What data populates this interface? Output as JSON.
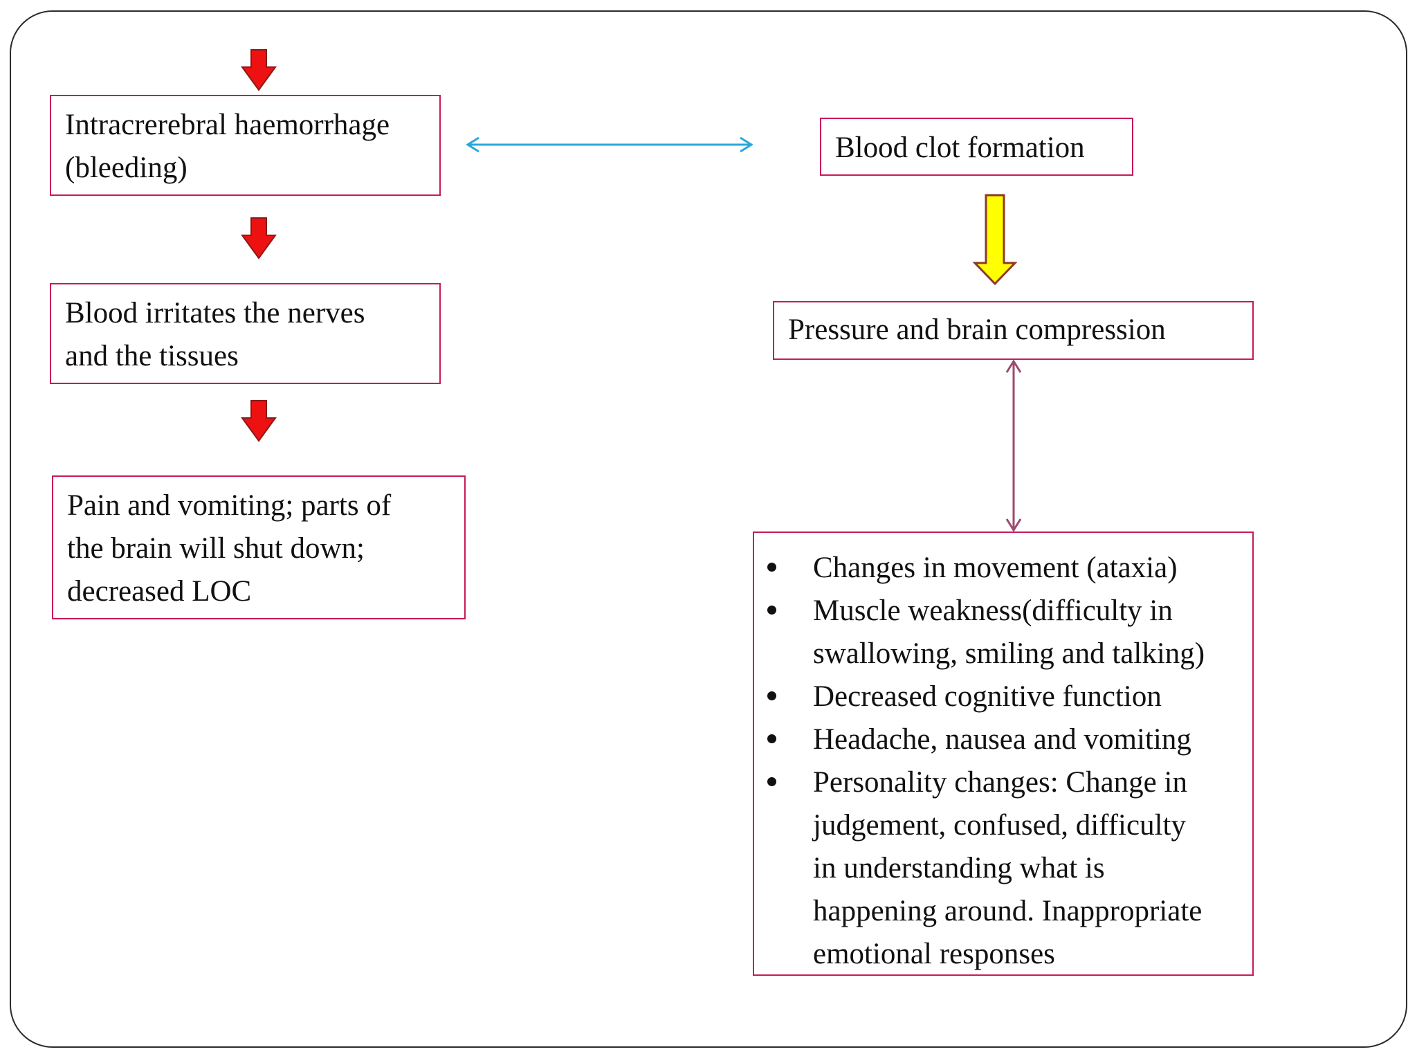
{
  "diagram": {
    "left_chain": [
      {
        "lines": [
          "Intracrerebral haemorrhage",
          "(bleeding)"
        ]
      },
      {
        "lines": [
          "Blood irritates the nerves",
          "and the tissues"
        ]
      },
      {
        "lines": [
          "Pain and vomiting; parts of",
          "the brain will shut down;",
          "decreased LOC"
        ]
      }
    ],
    "right_chain": {
      "clot": "Blood clot formation",
      "pressure": "Pressure and brain compression",
      "symptoms": [
        "Changes in movement (ataxia)",
        "Muscle weakness(difficulty in\nswallowing, smiling and talking)",
        "Decreased cognitive function",
        "Headache, nausea and vomiting",
        "Personality changes: Change in\njudgement, confused, difficulty\nin understanding what is\nhappening around. Inappropriate\nemotional responses"
      ]
    },
    "colors": {
      "box_border": "#c8195a",
      "red_arrow": "#ee1111",
      "yellow_arrow": "#ffff00",
      "double_arrow_blue": "#2aa7d8",
      "double_arrow_purple": "#9c4a6e"
    }
  }
}
